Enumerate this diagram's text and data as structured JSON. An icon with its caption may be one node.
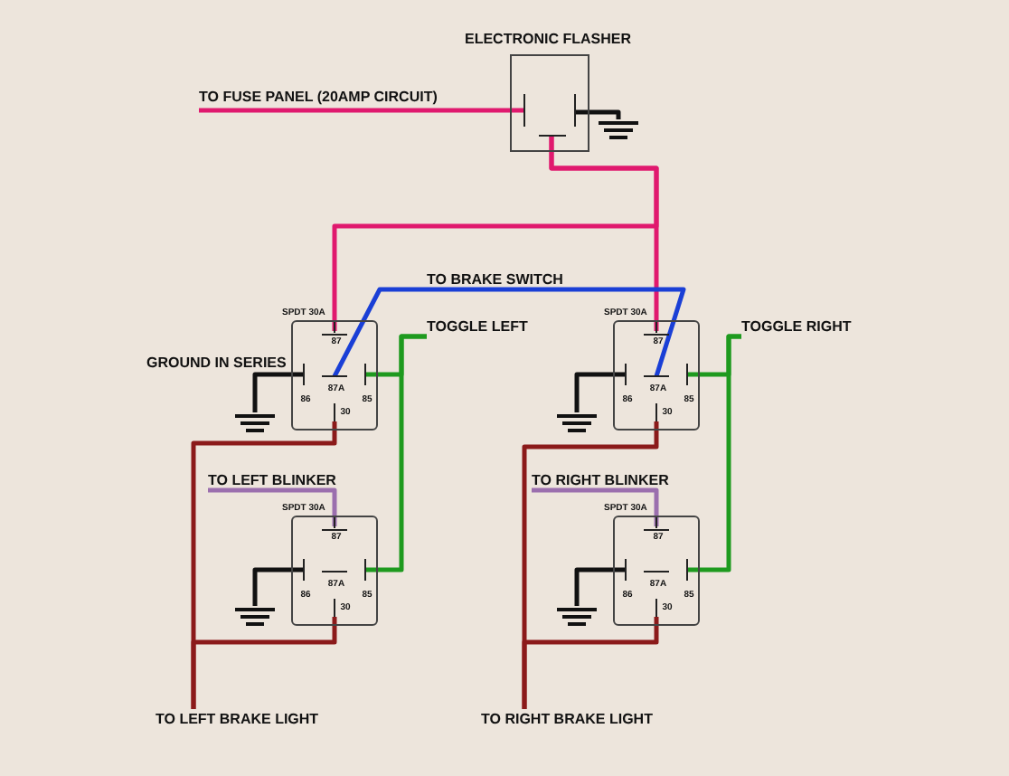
{
  "diagram": {
    "nodes": [
      {
        "text": [
          "ELECTRONIC FLASHER"
        ]
      },
      {
        "text": [
          "TO FUSE PANEL (20AMP CIRCUIT)"
        ]
      },
      {
        "text": [],
        "shape": "ground"
      },
      {
        "text": [
          "TO BRAKE SWITCH"
        ]
      },
      {
        "text": [
          "TOGGLE LEFT"
        ]
      },
      {
        "text": [
          "TOGGLE RIGHT"
        ]
      },
      {
        "text": [
          "SPDT 30A",
          "87",
          "87A",
          "86",
          "85",
          "30"
        ]
      },
      {
        "text": [],
        "shape": "ground"
      },
      {
        "text": [
          "SPDT 30A",
          "87",
          "87A",
          "86",
          "85",
          "30"
        ]
      },
      {
        "text": [],
        "shape": "ground"
      },
      {
        "text": [
          "TO LEFT BLINKER"
        ]
      },
      {
        "text": [
          "TO RIGHT BLINKER"
        ]
      },
      {
        "text": [
          "SPDT 30A",
          "87",
          "87A",
          "86",
          "85",
          "30"
        ]
      },
      {
        "text": [],
        "shape": "ground"
      },
      {
        "text": [
          "SPDT 30A",
          "87",
          "87A",
          "86",
          "85",
          "30"
        ]
      },
      {
        "text": [],
        "shape": "ground"
      },
      {
        "text": [
          "TO LEFT BRAKE LIGHT"
        ]
      },
      {
        "text": [
          "TO RIGHT BRAKE LIGHT"
        ]
      }
    ],
    "edges": [
      {
        "from": 1,
        "to": 0,
        "arrow": "none",
        "color": "#e0196e"
      },
      {
        "from": 0,
        "to": 2,
        "arrow": "none"
      },
      {
        "from": 0,
        "to": 6,
        "arrow": "none",
        "color": "#e0196e"
      },
      {
        "from": 0,
        "to": 8,
        "arrow": "none",
        "color": "#e0196e"
      },
      {
        "from": 3,
        "to": 6,
        "arrow": "none",
        "color": "#1a3fd6"
      },
      {
        "from": 3,
        "to": 8,
        "arrow": "none",
        "color": "#1a3fd6"
      },
      {
        "from": 4,
        "to": 6,
        "arrow": "none",
        "color": "#1e9a1e"
      },
      {
        "from": 4,
        "to": 12,
        "arrow": "none",
        "color": "#1e9a1e"
      },
      {
        "from": 5,
        "to": 8,
        "arrow": "none",
        "color": "#1e9a1e"
      },
      {
        "from": 5,
        "to": 14,
        "arrow": "none",
        "color": "#1e9a1e"
      },
      {
        "from": 6,
        "to": 7,
        "arrow": "none"
      },
      {
        "from": 8,
        "to": 9,
        "arrow": "none"
      },
      {
        "from": 12,
        "to": 13,
        "arrow": "none"
      },
      {
        "from": 14,
        "to": 15,
        "arrow": "none"
      },
      {
        "from": 10,
        "to": 12,
        "arrow": "none",
        "color": "#9b6fae"
      },
      {
        "from": 11,
        "to": 14,
        "arrow": "none",
        "color": "#9b6fae"
      },
      {
        "from": 6,
        "to": 16,
        "arrow": "none",
        "color": "#8b1a1a"
      },
      {
        "from": 12,
        "to": 16,
        "arrow": "none",
        "color": "#8b1a1a"
      },
      {
        "from": 8,
        "to": 17,
        "arrow": "none",
        "color": "#8b1a1a"
      },
      {
        "from": 14,
        "to": 17,
        "arrow": "none",
        "color": "#8b1a1a"
      }
    ],
    "labels": [
      "GROUND IN SERIES"
    ]
  }
}
